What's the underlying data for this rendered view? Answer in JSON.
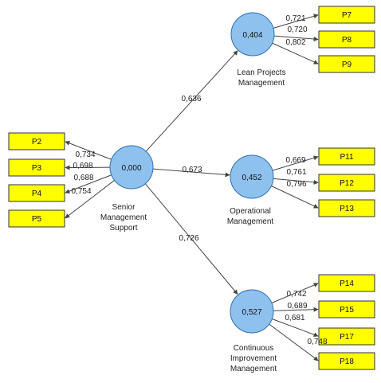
{
  "colors": {
    "construct_fill": "#8fc1ef",
    "construct_stroke": "#2f6fb0",
    "indicator_fill": "#ffff00",
    "indicator_stroke": "#333333",
    "arrow": "#444444"
  },
  "constructs": [
    {
      "id": "senior",
      "value": "0,000",
      "label_lines": [
        "Senior",
        "Management",
        "Support"
      ]
    },
    {
      "id": "lean",
      "value": "0,404",
      "label_lines": [
        "Lean Projects",
        "Management"
      ]
    },
    {
      "id": "ops",
      "value": "0,452",
      "label_lines": [
        "Operational",
        "Management"
      ]
    },
    {
      "id": "cim",
      "value": "0,527",
      "label_lines": [
        "Continuous",
        "Improvement",
        "Management"
      ]
    }
  ],
  "paths": [
    {
      "from": "senior",
      "to": "lean",
      "coefficient": "0,636"
    },
    {
      "from": "senior",
      "to": "ops",
      "coefficient": "0,673"
    },
    {
      "from": "senior",
      "to": "cim",
      "coefficient": "0,726"
    }
  ],
  "indicators": {
    "senior": [
      {
        "name": "P2",
        "loading": "0,734"
      },
      {
        "name": "P3",
        "loading": "0,698"
      },
      {
        "name": "P4",
        "loading": "0,688"
      },
      {
        "name": "P5",
        "loading": "0,754"
      }
    ],
    "lean": [
      {
        "name": "P7",
        "loading": "0,721"
      },
      {
        "name": "P8",
        "loading": "0,720"
      },
      {
        "name": "P9",
        "loading": "0,802"
      }
    ],
    "ops": [
      {
        "name": "P11",
        "loading": "0,669"
      },
      {
        "name": "P12",
        "loading": "0,761"
      },
      {
        "name": "P13",
        "loading": "0,796"
      }
    ],
    "cim": [
      {
        "name": "P14",
        "loading": "0,742"
      },
      {
        "name": "P15",
        "loading": "0,689"
      },
      {
        "name": "P17",
        "loading": "0,681"
      },
      {
        "name": "P18",
        "loading": "0,748"
      }
    ]
  }
}
